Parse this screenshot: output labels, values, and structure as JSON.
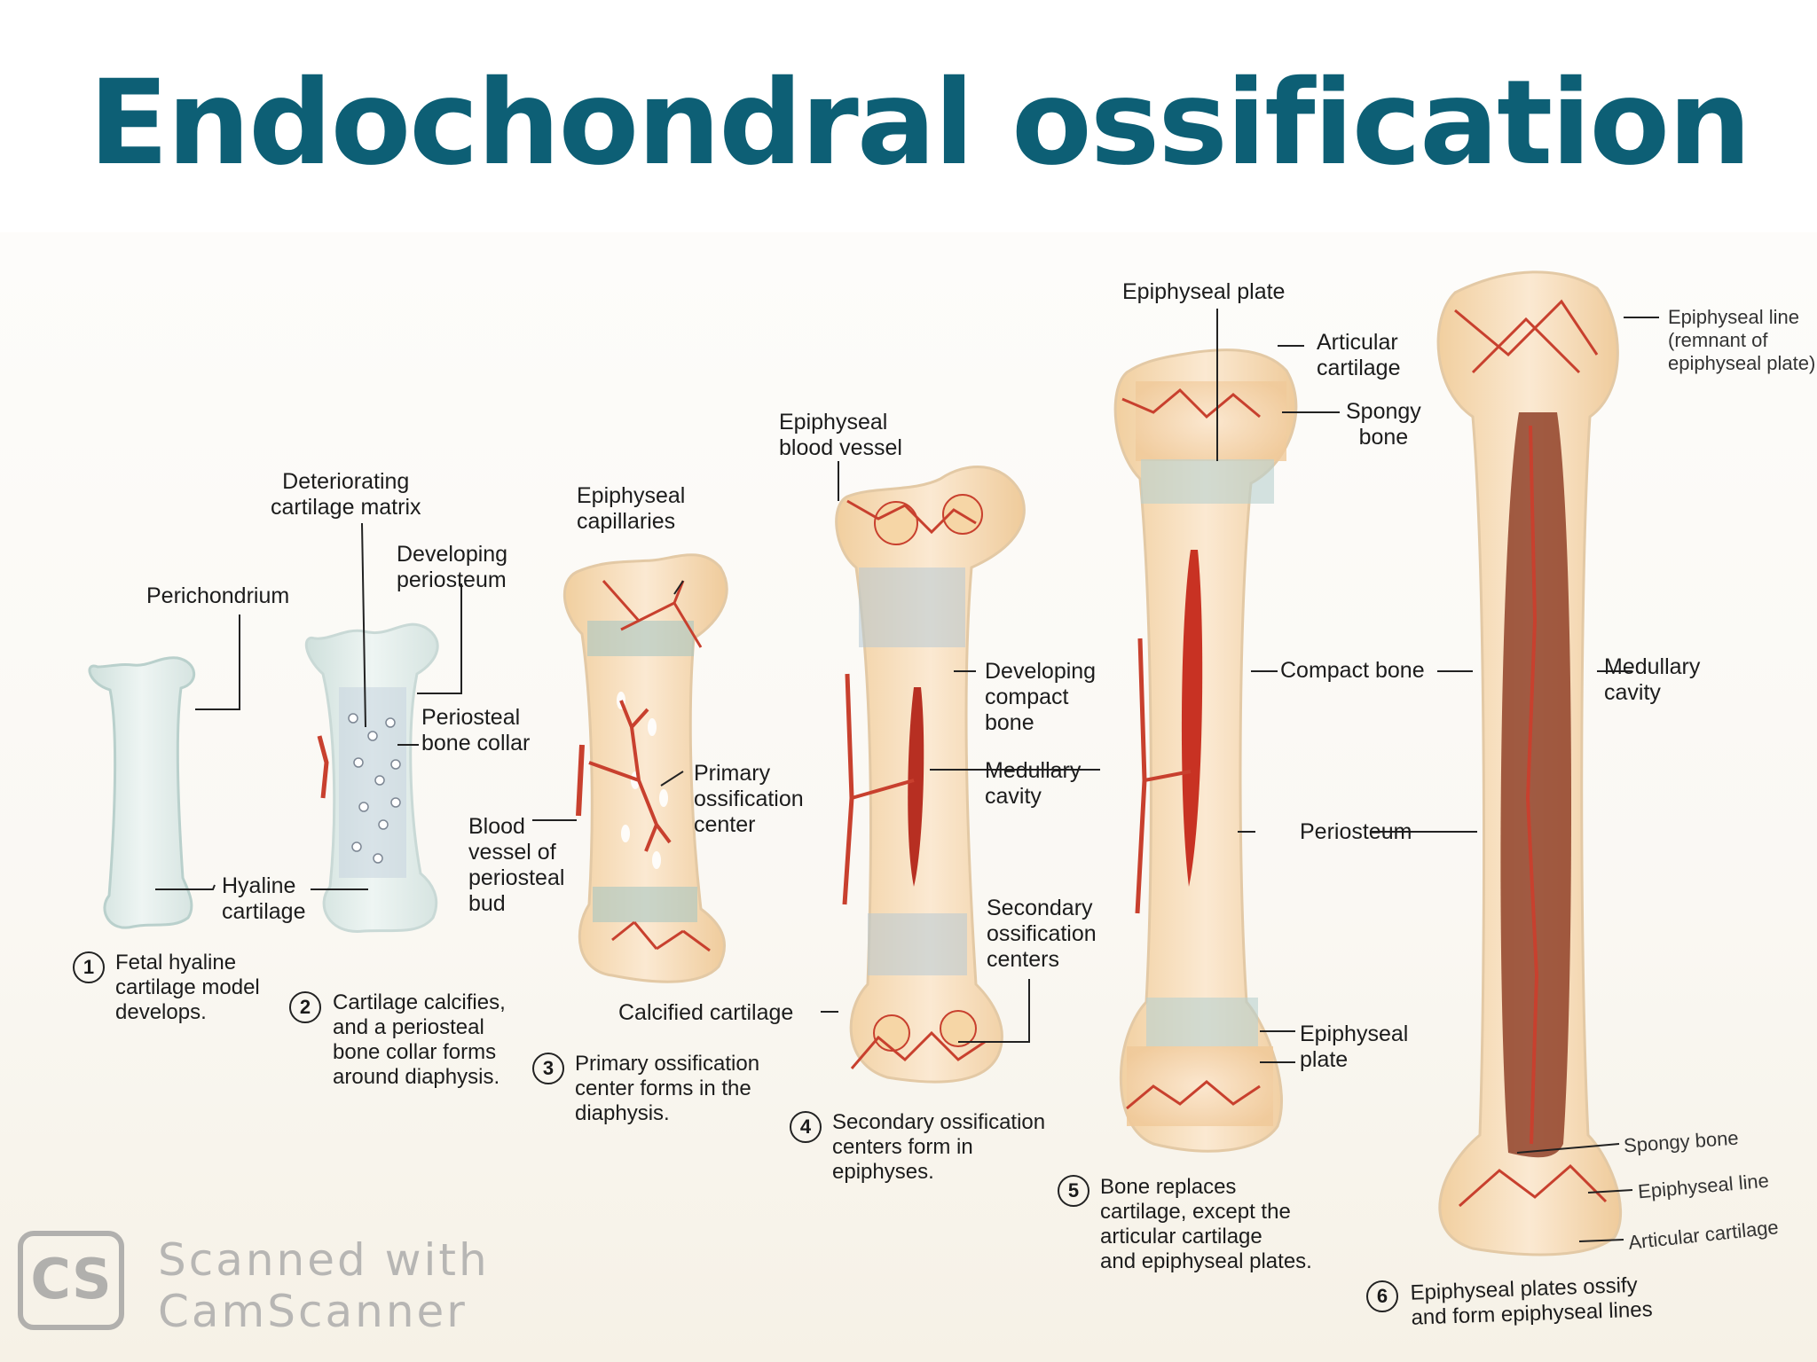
{
  "title": "Endochondral ossification",
  "labels": {
    "perichondrium": "Perichondrium",
    "deteriorating": "Deteriorating\ncartilage matrix",
    "developing_periosteum": "Developing\nperiosteum",
    "periosteal_collar": "Periosteal\nbone collar",
    "hyaline": "Hyaline\ncartilage",
    "epiphyseal_capillaries": "Epiphyseal\ncapillaries",
    "primary_center": "Primary\nossification\ncenter",
    "blood_vessel_bud": "Blood\nvessel of\nperiosteal\nbud",
    "epiphyseal_blood_vessel": "Epiphyseal\nblood vessel",
    "developing_compact": "Developing\ncompact\nbone",
    "medullary_4": "Medullary\ncavity",
    "secondary_centers": "Secondary\nossification\ncenters",
    "calcified_cartilage": "Calcified cartilage",
    "epiphyseal_plate_top": "Epiphyseal plate",
    "articular_cartilage": "Articular\ncartilage",
    "spongy_bone_top": "Spongy\nbone",
    "compact_bone": "Compact bone",
    "periosteum": "Periosteum",
    "epiphyseal_plate_bottom": "Epiphyseal\nplate",
    "epiphyseal_line_top": "Epiphyseal line\n(remnant of\nepiphyseal plate)",
    "medullary_6": "Medullary\ncavity",
    "spongy_bone_bottom": "Spongy bone",
    "epiphyseal_line_bottom": "Epiphyseal line",
    "articular_cartilage_bottom": "Articular cartilage"
  },
  "steps": [
    {
      "num": "1",
      "text": "Fetal hyaline\ncartilage model\ndevelops."
    },
    {
      "num": "2",
      "text": "Cartilage calcifies,\nand a periosteal\nbone collar forms\naround diaphysis."
    },
    {
      "num": "3",
      "text": "Primary ossification\ncenter forms in the\ndiaphysis."
    },
    {
      "num": "4",
      "text": "Secondary ossification\ncenters form in\nepiphyses."
    },
    {
      "num": "5",
      "text": "Bone replaces\ncartilage, except the\narticular cartilage\nand epiphyseal plates."
    },
    {
      "num": "6",
      "text": "Epiphyseal plates ossify\nand form epiphyseal lines"
    }
  ],
  "watermark": {
    "logo": "CS",
    "line1": "Scanned with",
    "line2": "CamScanner"
  },
  "colors": {
    "title": "#0d5f75",
    "vessel": "#c8402e",
    "bone": "#f3d9b8",
    "cartilage": "#dbe7e6"
  }
}
